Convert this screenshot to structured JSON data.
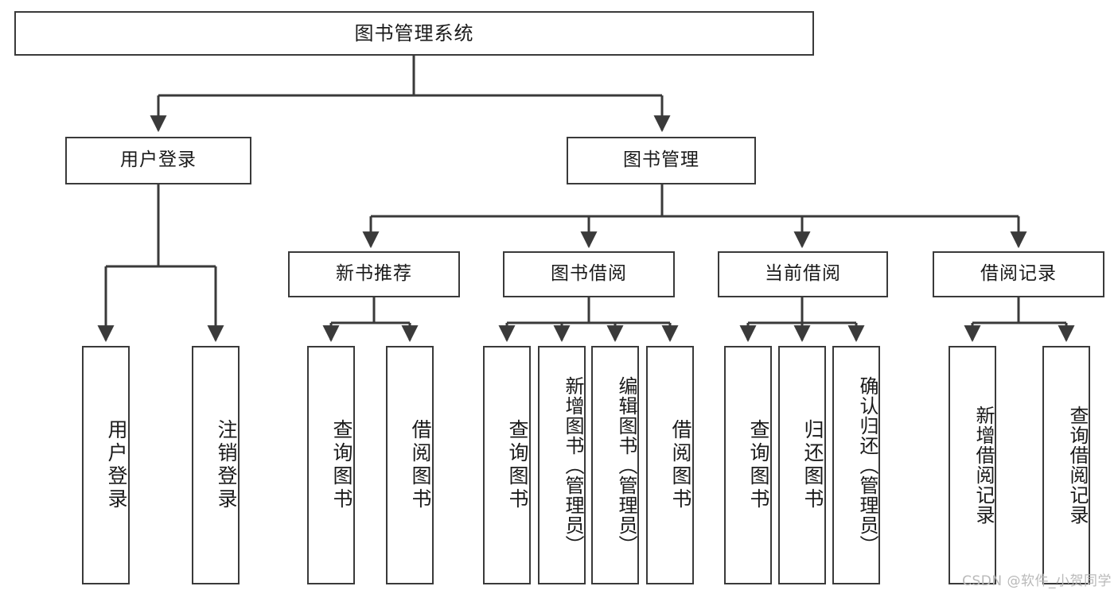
{
  "diagram": {
    "title": "图书管理系统",
    "type": "tree",
    "watermark": "CSDN @软件_小贺同学",
    "colors": {
      "background": "#ffffff",
      "box_border": "#3a3a3a",
      "box_fill": "#ffffff",
      "connector": "#3a3a3a",
      "text": "#1a1a1a",
      "watermark": "#b9b9b9"
    },
    "levels": {
      "root": {
        "label": "图书管理系统"
      },
      "level1": [
        {
          "id": "user-login",
          "label": "用户登录"
        },
        {
          "id": "book-management",
          "label": "图书管理"
        }
      ],
      "level2": [
        {
          "id": "new-book-recommend",
          "label": "新书推荐",
          "parent": "book-management"
        },
        {
          "id": "book-borrow",
          "label": "图书借阅",
          "parent": "book-management"
        },
        {
          "id": "current-borrow",
          "label": "当前借阅",
          "parent": "book-management"
        },
        {
          "id": "borrow-record",
          "label": "借阅记录",
          "parent": "book-management"
        }
      ],
      "leaves": [
        {
          "id": "leaf-user-login",
          "label": "用户登录",
          "parent": "user-login"
        },
        {
          "id": "leaf-logout-login",
          "label": "注销登录",
          "parent": "user-login"
        },
        {
          "id": "leaf-query-book-1",
          "label": "查询图书",
          "parent": "new-book-recommend"
        },
        {
          "id": "leaf-borrow-book-1",
          "label": "借阅图书",
          "parent": "new-book-recommend"
        },
        {
          "id": "leaf-query-book-2",
          "label": "查询图书",
          "parent": "book-borrow"
        },
        {
          "id": "leaf-add-book",
          "label": "新增图书（管理员）",
          "parent": "book-borrow"
        },
        {
          "id": "leaf-edit-book",
          "label": "编辑图书（管理员）",
          "parent": "book-borrow"
        },
        {
          "id": "leaf-borrow-book-2",
          "label": "借阅图书",
          "parent": "book-borrow"
        },
        {
          "id": "leaf-query-book-3",
          "label": "查询图书",
          "parent": "current-borrow"
        },
        {
          "id": "leaf-return-book",
          "label": "归还图书",
          "parent": "current-borrow"
        },
        {
          "id": "leaf-confirm-return",
          "label": "确认归还（管理员）",
          "parent": "current-borrow"
        },
        {
          "id": "leaf-add-record",
          "label": "新增借阅记录",
          "parent": "borrow-record"
        },
        {
          "id": "leaf-query-record",
          "label": "查询借阅记录",
          "parent": "borrow-record"
        }
      ]
    }
  }
}
